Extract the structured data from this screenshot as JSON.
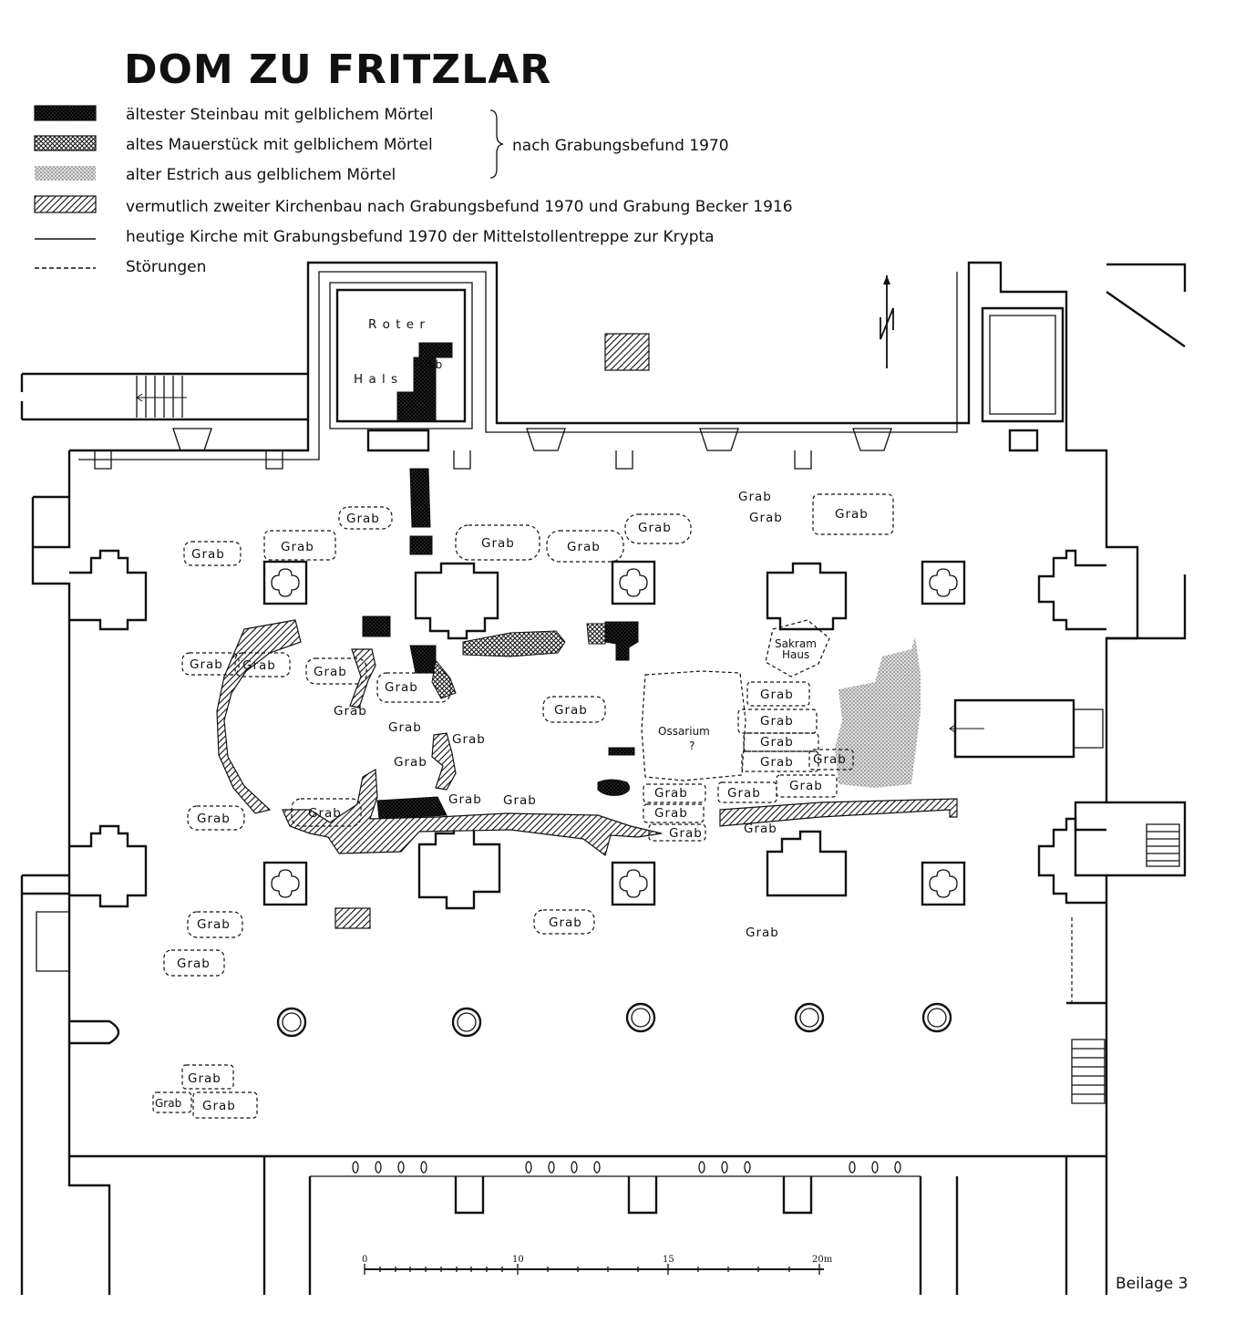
{
  "title": "DOM ZU FRITZLAR",
  "legend": {
    "items": [
      {
        "pattern": "oldest",
        "text": "ältester Steinbau mit gelblichem Mörtel"
      },
      {
        "pattern": "old-wall",
        "text": "altes Mauerstück mit gelblichem Mörtel"
      },
      {
        "pattern": "screed",
        "text": "alter Estrich aus gelblichem Mörtel"
      },
      {
        "pattern": "second",
        "text": "vermutlich  zweiter Kirchenbau nach Grabungsbefund 1970 und Grabung  Becker 1916"
      },
      {
        "pattern": "solid-line",
        "text": "heutige Kirche mit Grabungsbefund 1970  der Mittelstollentreppe zur Krypta"
      },
      {
        "pattern": "dashed-line",
        "text": "Störungen"
      }
    ],
    "brace_text": "nach Grabungsbefund 1970"
  },
  "plan": {
    "roter_hals_1": "R o t e r",
    "roter_hals_2": "H a l s",
    "grab": "Grab",
    "sakram_1": "Sakram",
    "sakram_2": "Haus",
    "ossarium_1": "Ossarium",
    "ossarium_2": "?"
  },
  "north_arrow_label": "N",
  "scale": {
    "ticks": [
      "0",
      "10",
      "15",
      "20m"
    ]
  },
  "footer": "Beilage 3",
  "colors": {
    "ink": "#111111",
    "screed": "#b5b5b5",
    "paper": "#ffffff"
  }
}
